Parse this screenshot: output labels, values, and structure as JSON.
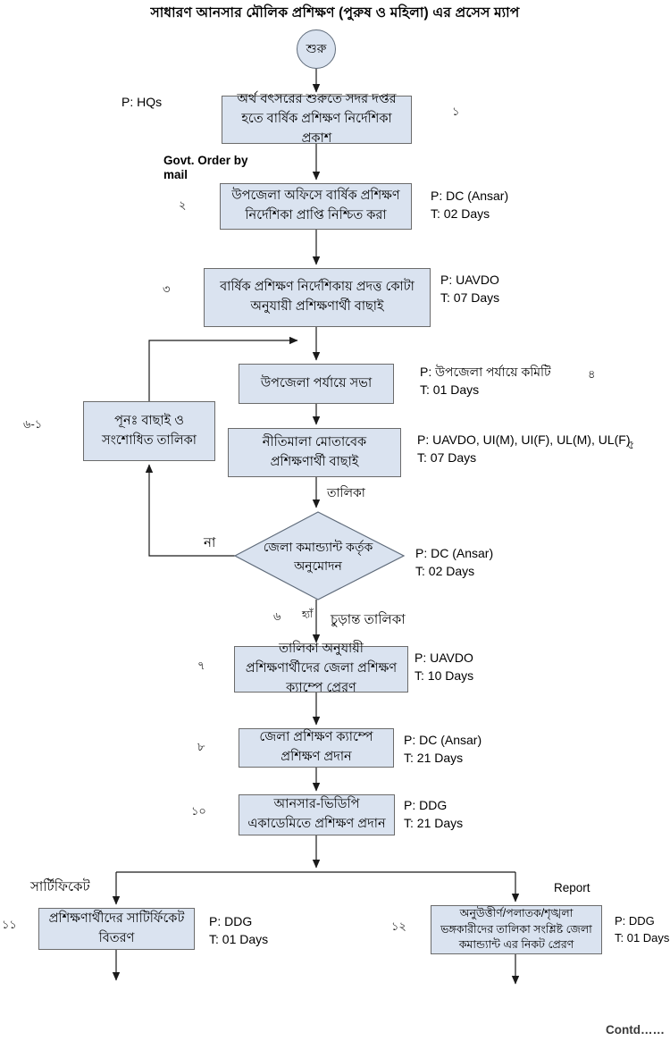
{
  "title": "সাধারণ আনসার মৌলিক প্রশিক্ষণ (পুরুষ ও মহিলা) এর প্রসেস ম্যাপ",
  "start_label": "শুরু",
  "steps": {
    "s1": {
      "num": "১",
      "text": "অর্থ বৎসরের শুরুতে সদর দপ্তর হতে বার্ষিক প্রশিক্ষণ নির্দেশিকা প্রকাশ",
      "p": "P: HQs"
    },
    "s2": {
      "num": "২",
      "text": "উপজেলা অফিসে বার্ষিক প্রশিক্ষণ নির্দেশিকা প্রাপ্তি নিশ্চিত করা",
      "p": "P: DC (Ansar)",
      "t": "T: 02 Days"
    },
    "s3": {
      "num": "৩",
      "text": "বার্ষিক প্রশিক্ষণ নির্দেশিকায় প্রদত্ত কোটা অনুযায়ী প্রশিক্ষণার্থী বাছাই",
      "p": "P: UAVDO",
      "t": "T: 07 Days"
    },
    "s4": {
      "num": "৪",
      "text": "উপজেলা পর্যায়ে সভা",
      "p": "P: উপজেলা পর্যায়ে কমিটি",
      "t": "T: 01 Days"
    },
    "s5": {
      "num": "৫",
      "text": "নীতিমালা মোতাবেক প্রশিক্ষণার্থী বাছাই",
      "p": "P: UAVDO, UI(M), UI(F), UL(M), UL(F)",
      "t": "T: 07 Days"
    },
    "s6_1": {
      "num": "৬-১",
      "text": "পূনঃ  বাছাই ও সংশোধিত তালিকা"
    },
    "d6": {
      "num": "৬",
      "text": "জেলা কমান্ড্যান্ট কর্তৃক অনুমোদন",
      "p": "P: DC (Ansar)",
      "t": "T: 02 Days"
    },
    "s7": {
      "num": "৭",
      "text": "তালিকা অনুযায়ী প্রশিক্ষণার্থীদের জেলা প্রশিক্ষণ ক্যাম্পে প্রেরণ",
      "p": "P: UAVDO",
      "t": "T: 10 Days"
    },
    "s8": {
      "num": "৮",
      "text": "জেলা প্রশিক্ষণ ক্যাম্পে প্রশিক্ষণ প্রদান",
      "p": "P: DC (Ansar)",
      "t": "T: 21 Days"
    },
    "s10": {
      "num": "১০",
      "text": "আনসার-ভিডিপি একাডেমিতে প্রশিক্ষণ প্রদান",
      "p": "P: DDG",
      "t": "T: 21 Days"
    },
    "s11": {
      "num": "১১",
      "text": "প্রশিক্ষণার্থীদের  সাটির্ফিকেট বিতরণ",
      "p": "P: DDG",
      "t": "T: 01 Days"
    },
    "s12": {
      "num": "১২",
      "text": "অনুউত্তীর্ণ/পলাতক/শৃঙ্খলা ভঙ্গকারীদের তালিকা সংশ্লিষ্ট  জেলা কমান্ড্যান্ট এর নিকট প্রেরণ",
      "p": "P: DDG",
      "t": "T: 01 Days"
    }
  },
  "edge_labels": {
    "govt_order": "Govt. Order by\nmail",
    "list": "তালিকা",
    "no": "না",
    "yes": "হ্যাঁ",
    "final_list": "চুড়ান্ত তালিকা",
    "certificate": "সার্টিফিকেট",
    "report": "Report"
  },
  "footer": {
    "contd": "Contd……"
  },
  "colors": {
    "node_fill": "#dae3f0",
    "node_border": "#6b6b6b",
    "line": "#1a1a1a"
  }
}
